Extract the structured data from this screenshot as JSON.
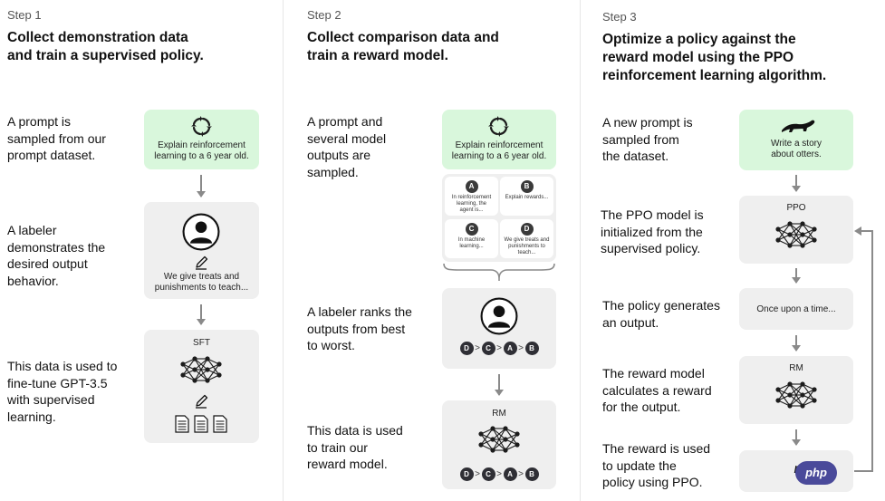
{
  "step1": {
    "label": "Step 1",
    "title_line1": "Collect demonstration data",
    "title_line2": "and train a supervised policy.",
    "desc_prompt": [
      "A prompt is",
      "sampled from our",
      "prompt dataset."
    ],
    "desc_labeler": [
      "A labeler",
      "demonstrates the",
      "desired output",
      "behavior."
    ],
    "desc_finetune": [
      "This data is used to",
      "fine-tune GPT-3.5",
      "with supervised",
      "learning."
    ],
    "prompt_text": [
      "Explain reinforcement",
      "learning to a 6 year old."
    ],
    "demo_text": [
      "We give treats and",
      "punishments to teach..."
    ],
    "sft_label": "SFT"
  },
  "step2": {
    "label": "Step 2",
    "title_line1": "Collect comparison data and",
    "title_line2": "train a reward model.",
    "desc_prompt": [
      "A prompt and",
      "several model",
      "outputs are",
      "sampled."
    ],
    "desc_rank": [
      "A labeler ranks the",
      "outputs from best",
      "to worst."
    ],
    "desc_train": [
      "This data is used",
      "to train our",
      "reward model."
    ],
    "prompt_text": [
      "Explain reinforcement",
      "learning to a 6 year old."
    ],
    "outputs": [
      {
        "badge": "A",
        "text": [
          "In reinforcement",
          "learning, the",
          "agent is..."
        ]
      },
      {
        "badge": "B",
        "text": [
          "Explain rewards..."
        ]
      },
      {
        "badge": "C",
        "text": [
          "In machine",
          "learning..."
        ]
      },
      {
        "badge": "D",
        "text": [
          "We give treats and",
          "punishments to",
          "teach..."
        ]
      }
    ],
    "ranking": [
      "D",
      "C",
      "A",
      "B"
    ],
    "ranking_sep": ">",
    "rm_label": "RM"
  },
  "step3": {
    "label": "Step 3",
    "title_line1": "Optimize a policy against the",
    "title_line2": "reward model using the PPO",
    "title_line3": "reinforcement learning algorithm.",
    "desc_prompt": [
      "A new prompt is",
      "sampled from",
      "the dataset."
    ],
    "desc_ppo": [
      "The PPO model is",
      "initialized from the",
      "supervised policy."
    ],
    "desc_policy": [
      "The policy generates",
      "an output."
    ],
    "desc_reward": [
      "The reward model",
      "calculates a reward",
      "for the output."
    ],
    "desc_update": [
      "The reward is used",
      "to update the",
      "policy using PPO."
    ],
    "prompt_text": [
      "Write a story",
      "about otters."
    ],
    "ppo_label": "PPO",
    "output_text": "Once upon a time...",
    "rm_label": "RM",
    "reward_value": "r"
  },
  "watermark": "php",
  "colors": {
    "prompt_box": "#d9f7dc",
    "gray_box": "#efefef",
    "arrow": "#8a8a8a",
    "badge": "#2f2f35"
  }
}
